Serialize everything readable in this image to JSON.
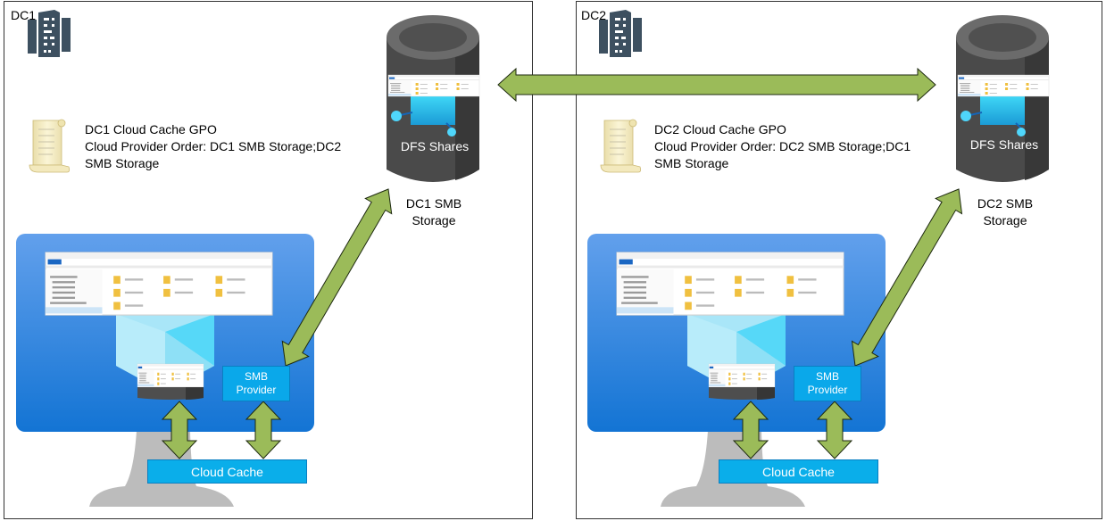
{
  "diagram": {
    "title": "Cloud Cache multi-datacenter DFS replication",
    "colors": {
      "arrow_fill": "#9bbb59",
      "arrow_stroke": "#1e2a10",
      "building": "#3d5060",
      "cylinder_body": "#4a4a4a",
      "cylinder_shade": "#3a3a3a",
      "cylinder_top": "#6b6b6b",
      "monitor_top": "#62a0ec",
      "monitor_bottom": "#1374d4",
      "stand": "#bcbcbc",
      "box_fill": "#0aaeea",
      "box_border": "#0a7fc2"
    },
    "datacenters": [
      {
        "id": "dc1",
        "label": "DC1",
        "building_icon": "office-building-icon",
        "gpo_icon": "scroll-policy-icon",
        "gpo_title": "DC1 Cloud Cache GPO",
        "gpo_line2": "Cloud Provider Order: DC1 SMB Storage;DC2",
        "gpo_line3": "SMB Storage",
        "storage_inner_label": "DFS Shares",
        "storage_label_line1": "DC1 SMB",
        "storage_label_line2": "Storage",
        "smb_provider_line1": "SMB",
        "smb_provider_line2": "Provider",
        "cloud_cache_label": "Cloud Cache"
      },
      {
        "id": "dc2",
        "label": "DC2",
        "building_icon": "office-building-icon",
        "gpo_icon": "scroll-policy-icon",
        "gpo_title": "DC2 Cloud Cache GPO",
        "gpo_line2": "Cloud Provider Order: DC2 SMB Storage;DC1",
        "gpo_line3": "SMB Storage",
        "storage_inner_label": "DFS Shares",
        "storage_label_line1": "DC2 SMB",
        "storage_label_line2": "Storage",
        "smb_provider_line1": "SMB",
        "smb_provider_line2": "Provider",
        "cloud_cache_label": "Cloud Cache"
      }
    ],
    "connections": [
      {
        "from": "DC1 SMB Storage",
        "to": "DC2 SMB Storage",
        "type": "bidirectional"
      },
      {
        "from": "DC1 SMB Provider",
        "to": "DC1 SMB Storage",
        "type": "bidirectional"
      },
      {
        "from": "DC2 SMB Provider",
        "to": "DC2 SMB Storage",
        "type": "bidirectional"
      },
      {
        "from": "DC1 Profile Disk",
        "to": "DC1 Cloud Cache",
        "type": "bidirectional"
      },
      {
        "from": "DC1 SMB Provider",
        "to": "DC1 Cloud Cache",
        "type": "bidirectional"
      },
      {
        "from": "DC2 Profile Disk",
        "to": "DC2 Cloud Cache",
        "type": "bidirectional"
      },
      {
        "from": "DC2 SMB Provider",
        "to": "DC2 Cloud Cache",
        "type": "bidirectional"
      }
    ]
  }
}
